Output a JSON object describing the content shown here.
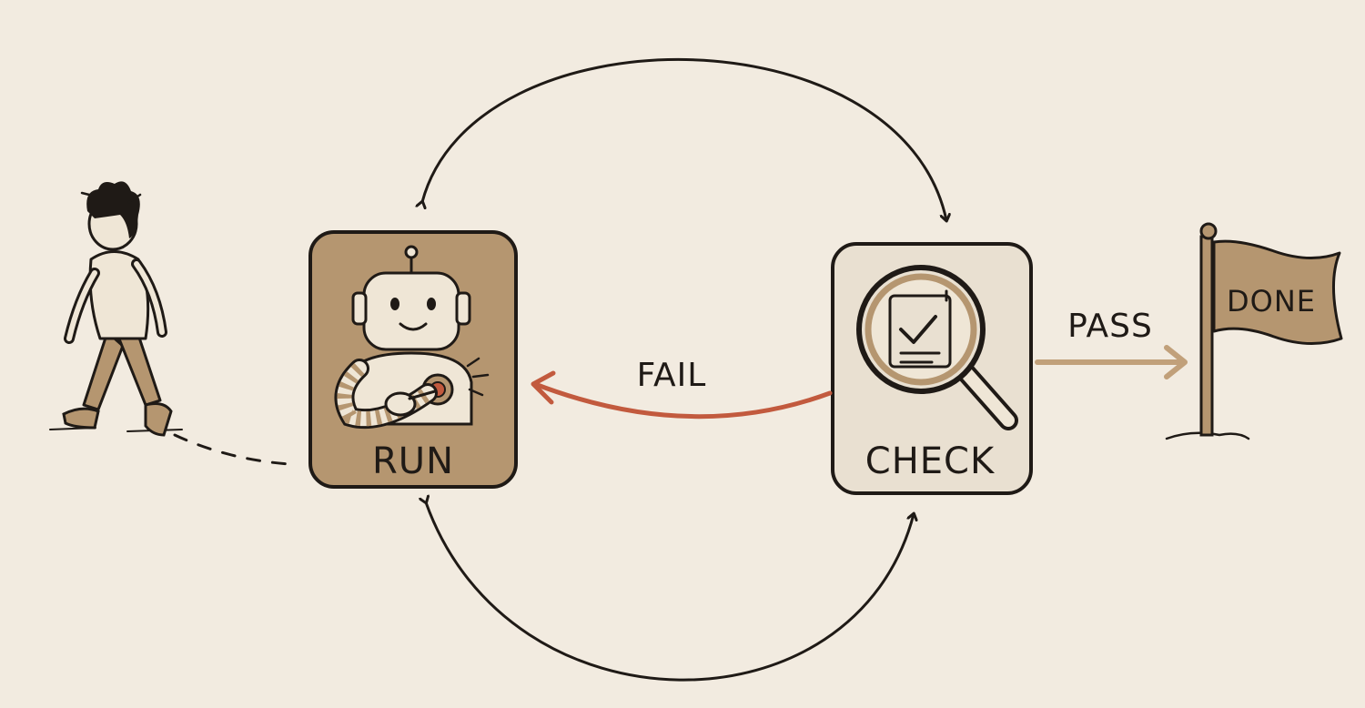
{
  "diagram": {
    "nodes": {
      "run": {
        "label": "RUN"
      },
      "check": {
        "label": "CHECK"
      },
      "done": {
        "label": "DONE"
      }
    },
    "edges": {
      "fail": {
        "label": "FAIL"
      },
      "pass": {
        "label": "PASS"
      }
    }
  },
  "colors": {
    "background": "#f2ebe0",
    "ink": "#1f1a16",
    "run_box": "#b59670",
    "check_box": "#e9e0d1",
    "fail_arrow": "#c25a3e",
    "pass_arrow": "#c1a07a",
    "flag": "#b59670"
  },
  "icons": {
    "walker": "person-walking-icon",
    "robot": "robot-pressing-button-icon",
    "magnifier": "magnifier-clipboard-check-icon",
    "flag": "finish-flag-icon"
  }
}
